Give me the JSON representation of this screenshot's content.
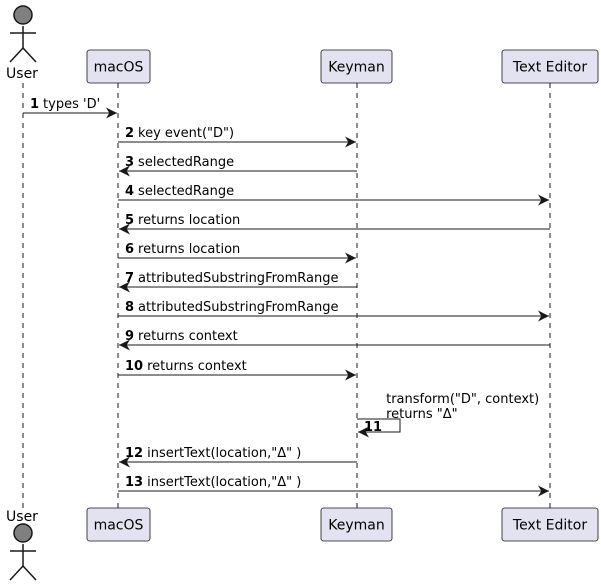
{
  "participants": [
    {
      "id": "user",
      "label": "User",
      "kind": "actor"
    },
    {
      "id": "macos",
      "label": "macOS",
      "kind": "box"
    },
    {
      "id": "keyman",
      "label": "Keyman",
      "kind": "box"
    },
    {
      "id": "editor",
      "label": "Text Editor",
      "kind": "box"
    }
  ],
  "messages": [
    {
      "num": "1",
      "from": "user",
      "to": "macos",
      "text": [
        "types 'D'"
      ]
    },
    {
      "num": "2",
      "from": "macos",
      "to": "keyman",
      "text": [
        "key event(\"D\")"
      ]
    },
    {
      "num": "3",
      "from": "keyman",
      "to": "macos",
      "text": [
        "selectedRange"
      ]
    },
    {
      "num": "4",
      "from": "macos",
      "to": "editor",
      "text": [
        "selectedRange"
      ]
    },
    {
      "num": "5",
      "from": "editor",
      "to": "macos",
      "text": [
        "returns location"
      ]
    },
    {
      "num": "6",
      "from": "macos",
      "to": "keyman",
      "text": [
        "returns location"
      ]
    },
    {
      "num": "7",
      "from": "keyman",
      "to": "macos",
      "text": [
        "attributedSubstringFromRange"
      ]
    },
    {
      "num": "8",
      "from": "macos",
      "to": "editor",
      "text": [
        "attributedSubstringFromRange"
      ]
    },
    {
      "num": "9",
      "from": "editor",
      "to": "macos",
      "text": [
        "returns context"
      ]
    },
    {
      "num": "10",
      "from": "macos",
      "to": "keyman",
      "text": [
        "returns context"
      ]
    },
    {
      "num": "11",
      "from": "keyman",
      "to": "keyman",
      "text": [
        "transform(\"D\", context)",
        "returns \"Δ\""
      ]
    },
    {
      "num": "12",
      "from": "keyman",
      "to": "macos",
      "text": [
        "insertText(location,\"Δ\" )"
      ]
    },
    {
      "num": "13",
      "from": "macos",
      "to": "editor",
      "text": [
        "insertText(location,\"Δ\" )"
      ]
    }
  ],
  "colors": {
    "participant_fill": "#E2E2F0",
    "participant_stroke": "#181818",
    "actor_fill": "#808080",
    "lifeline": "#181818",
    "arrow": "#181818"
  }
}
